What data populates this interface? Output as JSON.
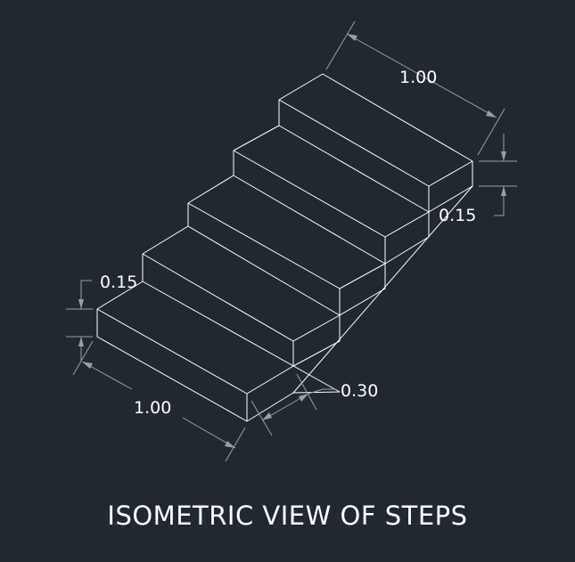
{
  "drawing": {
    "title": "ISOMETRIC VIEW OF STEPS",
    "dimensions": {
      "top_width": "1.00",
      "top_riser": "0.15",
      "bottom_riser": "0.15",
      "bottom_width": "1.00",
      "tread": "0.30"
    },
    "step_count": 5
  },
  "colors": {
    "background": "#212830",
    "lines": "#ffffff",
    "dimension_lines": "#9aa0a6"
  }
}
